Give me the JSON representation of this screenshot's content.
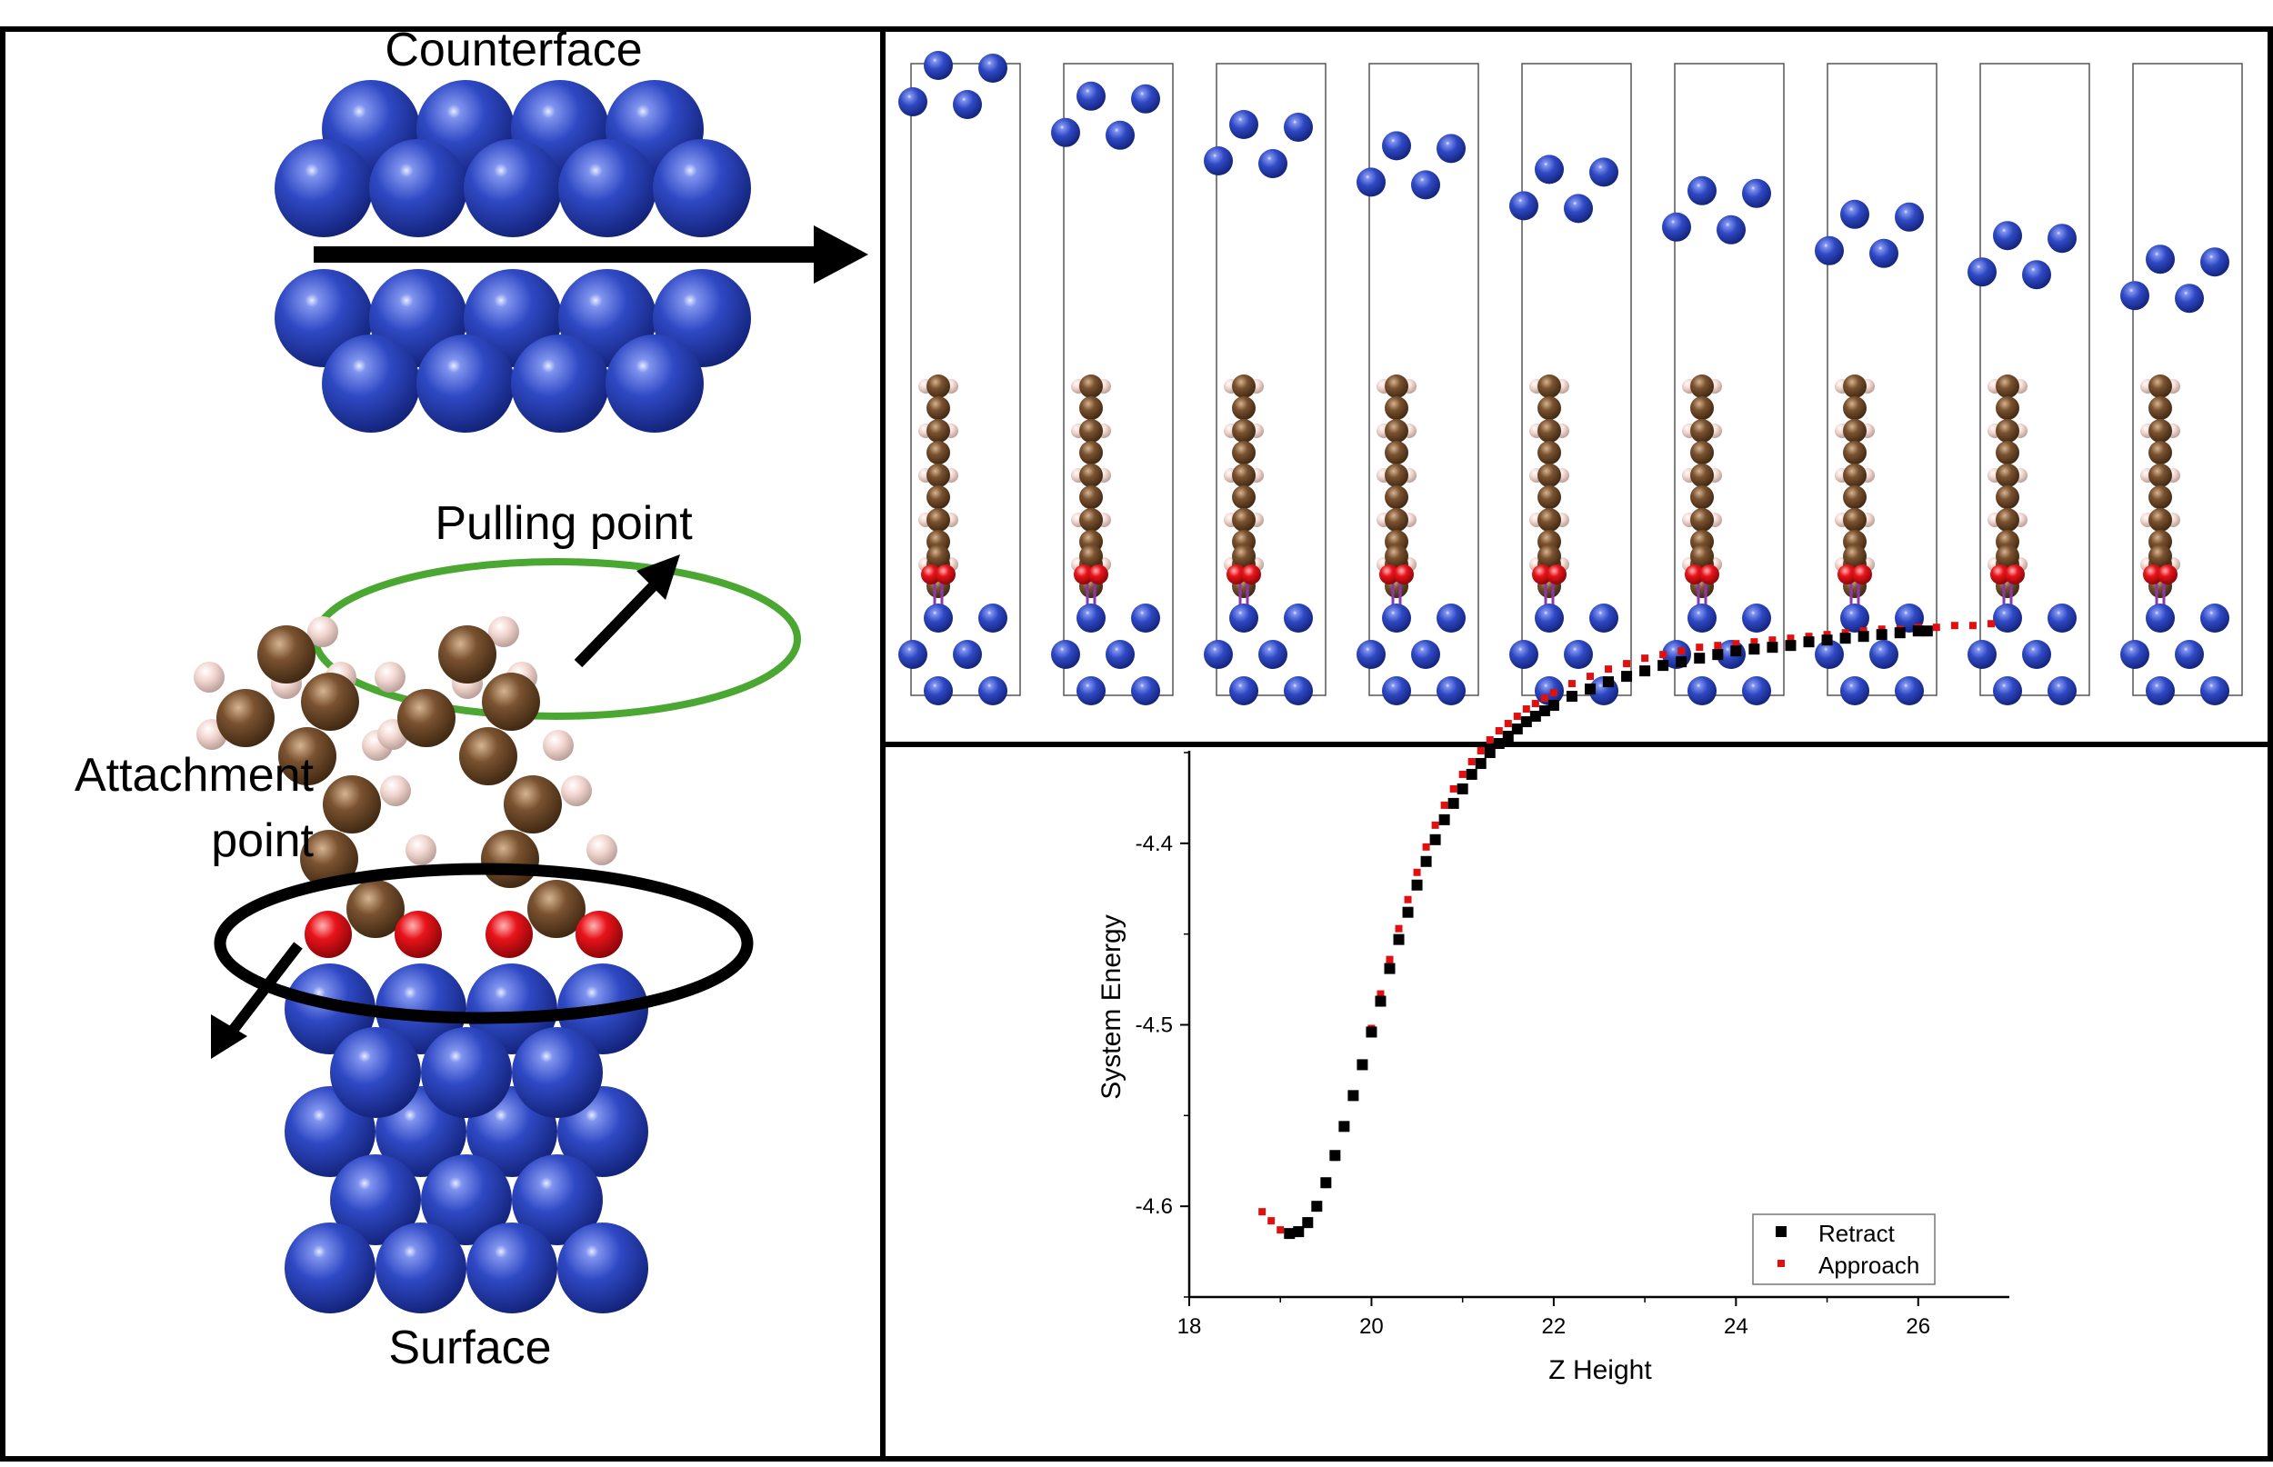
{
  "left_panel": {
    "counterface_label": "Counterface",
    "pulling_point_label": "Pulling point",
    "attachment_point_line1": "Attachment",
    "attachment_point_line2": "point",
    "surface_label": "Surface"
  },
  "colors": {
    "metal_atom": "#2f49c4",
    "carbon_atom": "#7a5230",
    "hydrogen_atom": "#f2d6d0",
    "oxygen_atom": "#e8141a",
    "pulling_ellipse": "#4aa832",
    "attachment_ellipse": "#000000",
    "retract_series": "#000000",
    "approach_series": "#e01010"
  },
  "snapshot_frames": {
    "count": 9,
    "counterface_offset_levels": [
      0,
      0.13,
      0.25,
      0.34,
      0.44,
      0.53,
      0.63,
      0.72,
      0.82
    ]
  },
  "chart_data": {
    "type": "scatter",
    "xlabel": "Z Height",
    "ylabel": "System Energy",
    "xlim": [
      18,
      27
    ],
    "ylim": [
      -4.65,
      -4.345
    ],
    "xticks": [
      18,
      20,
      22,
      24,
      26
    ],
    "yticks": [
      -4.4,
      -4.5,
      -4.6
    ],
    "xtick_labels": [
      "18",
      "20",
      "22",
      "24",
      "26"
    ],
    "ytick_labels": [
      "-4.4",
      "-4.5",
      "-4.6"
    ],
    "legend_position": "bottom-right",
    "grid": false,
    "series": [
      {
        "name": "Retract",
        "marker": "square",
        "x": [
          19.1,
          19.2,
          19.3,
          19.4,
          19.5,
          19.6,
          19.7,
          19.8,
          19.9,
          20.0,
          20.1,
          20.2,
          20.3,
          20.4,
          20.5,
          20.6,
          20.7,
          20.8,
          20.9,
          21.0,
          21.1,
          21.2,
          21.3,
          21.4,
          21.5,
          21.6,
          21.7,
          21.8,
          21.9,
          22.0,
          22.2,
          22.4,
          22.6,
          22.8,
          23.0,
          23.2,
          23.4,
          23.6,
          23.8,
          24.0,
          24.2,
          24.4,
          24.6,
          24.8,
          25.0,
          25.2,
          25.4,
          25.6,
          25.8,
          26.0,
          26.1
        ],
        "y": [
          -4.615,
          -4.614,
          -4.609,
          -4.6,
          -4.587,
          -4.572,
          -4.556,
          -4.539,
          -4.522,
          -4.504,
          -4.487,
          -4.469,
          -4.453,
          -4.438,
          -4.423,
          -4.41,
          -4.398,
          -4.387,
          -4.378,
          -4.37,
          -4.362,
          -4.356,
          -4.35,
          -4.345,
          -4.341,
          -4.337,
          -4.333,
          -4.33,
          -4.327,
          -4.324,
          -4.319,
          -4.315,
          -4.311,
          -4.308,
          -4.305,
          -4.302,
          -4.3,
          -4.298,
          -4.296,
          -4.294,
          -4.293,
          -4.292,
          -4.291,
          -4.289,
          -4.288,
          -4.287,
          -4.286,
          -4.285,
          -4.284,
          -4.283,
          -4.283
        ]
      },
      {
        "name": "Approach",
        "marker": "square",
        "x": [
          18.8,
          18.9,
          19.0,
          19.1,
          19.2,
          19.3,
          19.4,
          19.5,
          19.6,
          19.7,
          19.8,
          19.9,
          20.0,
          20.1,
          20.2,
          20.3,
          20.4,
          20.5,
          20.6,
          20.7,
          20.8,
          20.9,
          21.0,
          21.1,
          21.2,
          21.3,
          21.4,
          21.5,
          21.6,
          21.7,
          21.8,
          21.9,
          22.0,
          22.2,
          22.4,
          22.6,
          22.8,
          23.0,
          23.2,
          23.4,
          23.6,
          23.8,
          24.0,
          24.2,
          24.4,
          24.6,
          24.8,
          25.0,
          25.2,
          25.4,
          25.6,
          25.8,
          26.0,
          26.2,
          26.4,
          26.6,
          26.8
        ],
        "y": [
          -4.603,
          -4.608,
          -4.613,
          -4.615,
          -4.613,
          -4.608,
          -4.6,
          -4.588,
          -4.573,
          -4.556,
          -4.539,
          -4.521,
          -4.502,
          -4.483,
          -4.464,
          -4.447,
          -4.431,
          -4.416,
          -4.402,
          -4.39,
          -4.379,
          -4.37,
          -4.362,
          -4.355,
          -4.349,
          -4.343,
          -4.338,
          -4.334,
          -4.33,
          -4.326,
          -4.323,
          -4.32,
          -4.317,
          -4.312,
          -4.308,
          -4.304,
          -4.301,
          -4.298,
          -4.296,
          -4.294,
          -4.292,
          -4.291,
          -4.29,
          -4.289,
          -4.288,
          -4.287,
          -4.286,
          -4.285,
          -4.284,
          -4.283,
          -4.282,
          -4.282,
          -4.281,
          -4.281,
          -4.28,
          -4.28,
          -4.279
        ]
      }
    ]
  }
}
